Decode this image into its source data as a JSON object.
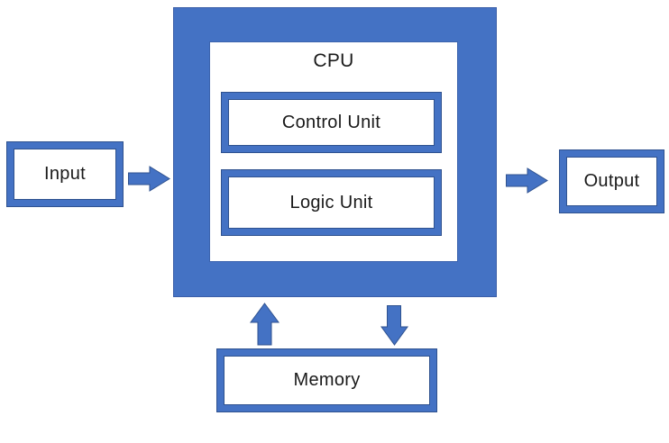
{
  "diagram": {
    "type": "block-diagram",
    "nodes": {
      "cpu": {
        "label": "CPU"
      },
      "control_unit": {
        "label": "Control Unit"
      },
      "logic_unit": {
        "label": "Logic Unit"
      },
      "input": {
        "label": "Input"
      },
      "output": {
        "label": "Output"
      },
      "memory": {
        "label": "Memory"
      }
    },
    "arrows": [
      {
        "name": "input-to-cpu",
        "direction": "right"
      },
      {
        "name": "cpu-to-output",
        "direction": "right"
      },
      {
        "name": "memory-to-cpu",
        "direction": "up"
      },
      {
        "name": "cpu-to-memory",
        "direction": "down"
      }
    ],
    "colors": {
      "accent_fill": "#4472C4",
      "accent_outline": "#2F528F",
      "box_fill": "#FFFFFF",
      "text": "#1A1A1A",
      "background": "#FFFFFF"
    }
  }
}
